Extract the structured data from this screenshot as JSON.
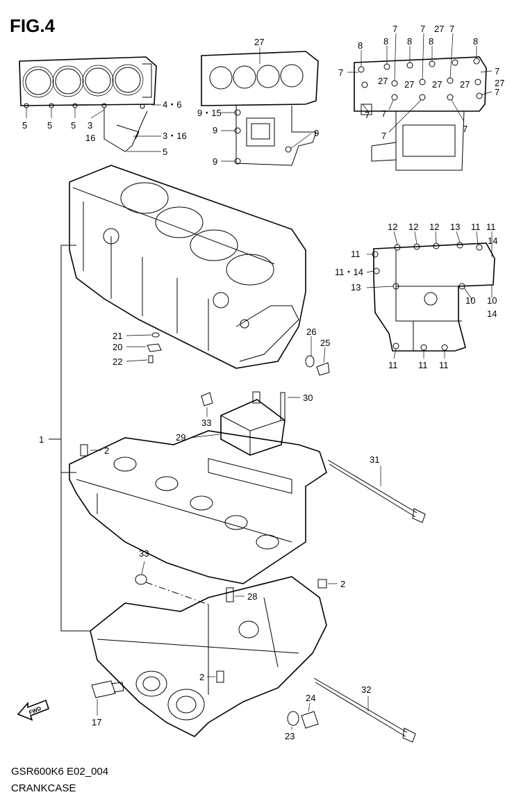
{
  "figure": {
    "title": "FIG.4",
    "code": "GSR600K6 E02_004",
    "name": "CRANKCASE"
  },
  "callouts": [
    {
      "id": "c1",
      "text": "5"
    },
    {
      "id": "c2",
      "text": "5"
    },
    {
      "id": "c3",
      "text": "5"
    },
    {
      "id": "c4",
      "text": "3"
    },
    {
      "id": "c5",
      "text": "16"
    },
    {
      "id": "c6",
      "text": "4・6"
    },
    {
      "id": "c7",
      "text": "3・16"
    },
    {
      "id": "c8",
      "text": "5"
    },
    {
      "id": "c9",
      "text": "27"
    },
    {
      "id": "c10",
      "text": "9・15"
    },
    {
      "id": "c11",
      "text": "9"
    },
    {
      "id": "c12",
      "text": "9"
    },
    {
      "id": "c13",
      "text": "9"
    },
    {
      "id": "c14",
      "text": "8"
    },
    {
      "id": "c15",
      "text": "8"
    },
    {
      "id": "c16",
      "text": "7"
    },
    {
      "id": "c17",
      "text": "7"
    },
    {
      "id": "c18",
      "text": "8"
    },
    {
      "id": "c19",
      "text": "7"
    },
    {
      "id": "c20",
      "text": "27"
    },
    {
      "id": "c21",
      "text": "7"
    },
    {
      "id": "c22",
      "text": "8"
    },
    {
      "id": "c23",
      "text": "8"
    },
    {
      "id": "c24",
      "text": "7"
    },
    {
      "id": "c25",
      "text": "27"
    },
    {
      "id": "c26",
      "text": "27"
    },
    {
      "id": "c27",
      "text": "27"
    },
    {
      "id": "c28",
      "text": "27"
    },
    {
      "id": "c29",
      "text": "7"
    },
    {
      "id": "c30",
      "text": "27"
    },
    {
      "id": "c31",
      "text": "7"
    },
    {
      "id": "c32",
      "text": "7"
    },
    {
      "id": "c33",
      "text": "7"
    },
    {
      "id": "c34",
      "text": "7"
    },
    {
      "id": "c35",
      "text": "7"
    },
    {
      "id": "c36",
      "text": "12"
    },
    {
      "id": "c37",
      "text": "12"
    },
    {
      "id": "c38",
      "text": "12"
    },
    {
      "id": "c39",
      "text": "13"
    },
    {
      "id": "c40",
      "text": "11"
    },
    {
      "id": "c41",
      "text": "11"
    },
    {
      "id": "c42",
      "text": "14"
    },
    {
      "id": "c43",
      "text": "11"
    },
    {
      "id": "c44",
      "text": "11・14"
    },
    {
      "id": "c45",
      "text": "13"
    },
    {
      "id": "c46",
      "text": "10"
    },
    {
      "id": "c47",
      "text": "10"
    },
    {
      "id": "c48",
      "text": "14"
    },
    {
      "id": "c49",
      "text": "11"
    },
    {
      "id": "c50",
      "text": "11"
    },
    {
      "id": "c51",
      "text": "11"
    },
    {
      "id": "c52",
      "text": "21"
    },
    {
      "id": "c53",
      "text": "20"
    },
    {
      "id": "c54",
      "text": "22"
    },
    {
      "id": "c55",
      "text": "26"
    },
    {
      "id": "c56",
      "text": "25"
    },
    {
      "id": "c57",
      "text": "30"
    },
    {
      "id": "c58",
      "text": "33"
    },
    {
      "id": "c59",
      "text": "29"
    },
    {
      "id": "c60",
      "text": "1"
    },
    {
      "id": "c61",
      "text": "2"
    },
    {
      "id": "c62",
      "text": "31"
    },
    {
      "id": "c63",
      "text": "33"
    },
    {
      "id": "c64",
      "text": "2"
    },
    {
      "id": "c65",
      "text": "28"
    },
    {
      "id": "c66",
      "text": "2"
    },
    {
      "id": "c67",
      "text": "32"
    },
    {
      "id": "c68",
      "text": "17"
    },
    {
      "id": "c69",
      "text": "24"
    },
    {
      "id": "c70",
      "text": "23"
    }
  ],
  "fwd_label": "FWD"
}
